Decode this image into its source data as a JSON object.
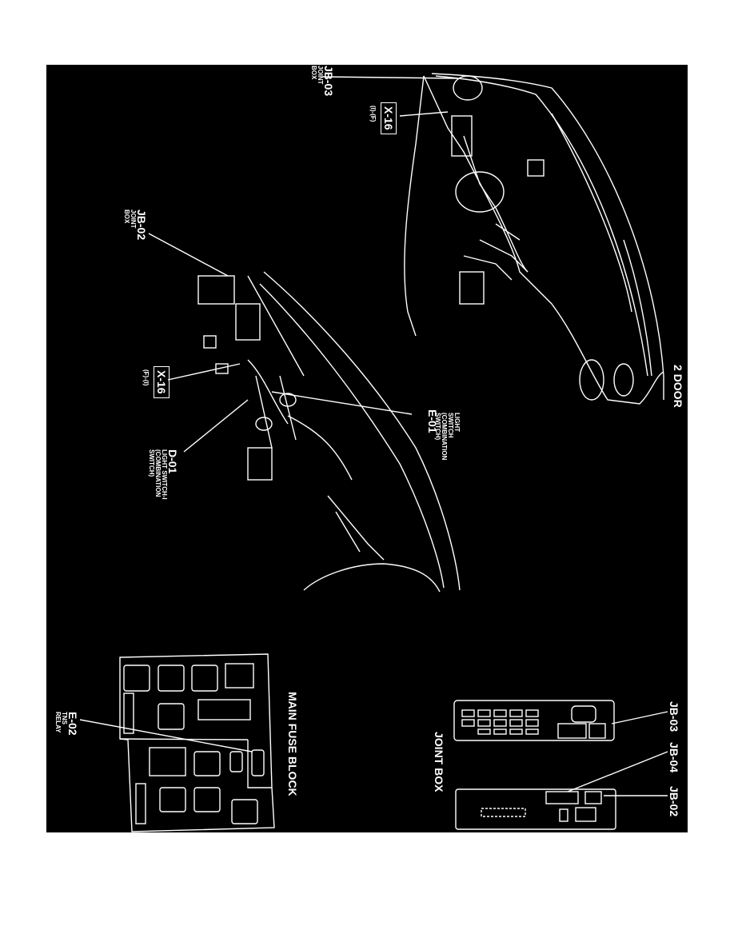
{
  "diagram": {
    "background_color": "#000000",
    "line_color": "#ffffff",
    "views": {
      "two_door": {
        "title": "2 DOOR",
        "labels": [
          {
            "code": "JB-03",
            "desc": [
              "JOINT",
              "BOX"
            ]
          },
          {
            "code": "X-16",
            "desc": [
              "(I)-(F)"
            ],
            "boxed": true
          }
        ]
      },
      "left_harness": {
        "labels": [
          {
            "code": "JB-02",
            "desc": [
              "JOINT",
              "BOX"
            ]
          },
          {
            "code": "X-16",
            "desc": [
              "(F)-(I)"
            ],
            "boxed": true
          },
          {
            "code": "E-01",
            "desc": [
              "LIGHT",
              "SWITCH",
              "(COMBINATION",
              "SWITCH)"
            ]
          },
          {
            "code": "D-01",
            "desc": [
              "LIGHT SWITCH-I",
              "(COMBINATION",
              "SWITCH)"
            ]
          }
        ]
      },
      "joint_box": {
        "title": "JOINT BOX",
        "labels": [
          {
            "code": "JB-03"
          },
          {
            "code": "JB-04"
          },
          {
            "code": "JB-02"
          }
        ]
      },
      "main_fuse_block": {
        "title": "MAIN FUSE BLOCK",
        "labels": [
          {
            "code": "E-02",
            "desc": [
              "TNS",
              "RELAY"
            ]
          }
        ]
      }
    }
  }
}
